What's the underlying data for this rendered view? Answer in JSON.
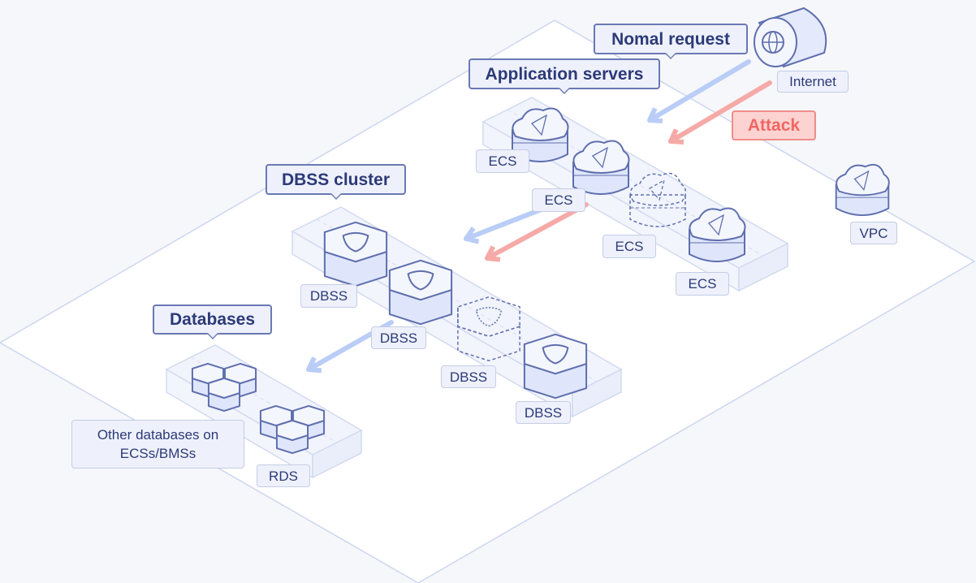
{
  "labels": {
    "normal_request": "Nomal request",
    "application_servers": "Application servers",
    "internet": "Internet",
    "attack": "Attack",
    "ecs": [
      "ECS",
      "ECS",
      "ECS",
      "ECS"
    ],
    "vpc": "VPC",
    "dbss_cluster": "DBSS cluster",
    "dbss": [
      "DBSS",
      "DBSS",
      "DBSS",
      "DBSS"
    ],
    "databases": "Databases",
    "other_databases": "Other databases on ECSs/BMSs",
    "rds": "RDS"
  },
  "colors": {
    "normal_flow": "#b9cdf7",
    "attack_flow": "#f5aaa7",
    "outline": "#5f6fae",
    "plane": "#ffffff"
  },
  "icons": [
    "globe-internet-icon",
    "cloud-server-icon",
    "vpc-cloud-icon",
    "shield-hexagon-icon",
    "database-honeycomb-icon"
  ]
}
